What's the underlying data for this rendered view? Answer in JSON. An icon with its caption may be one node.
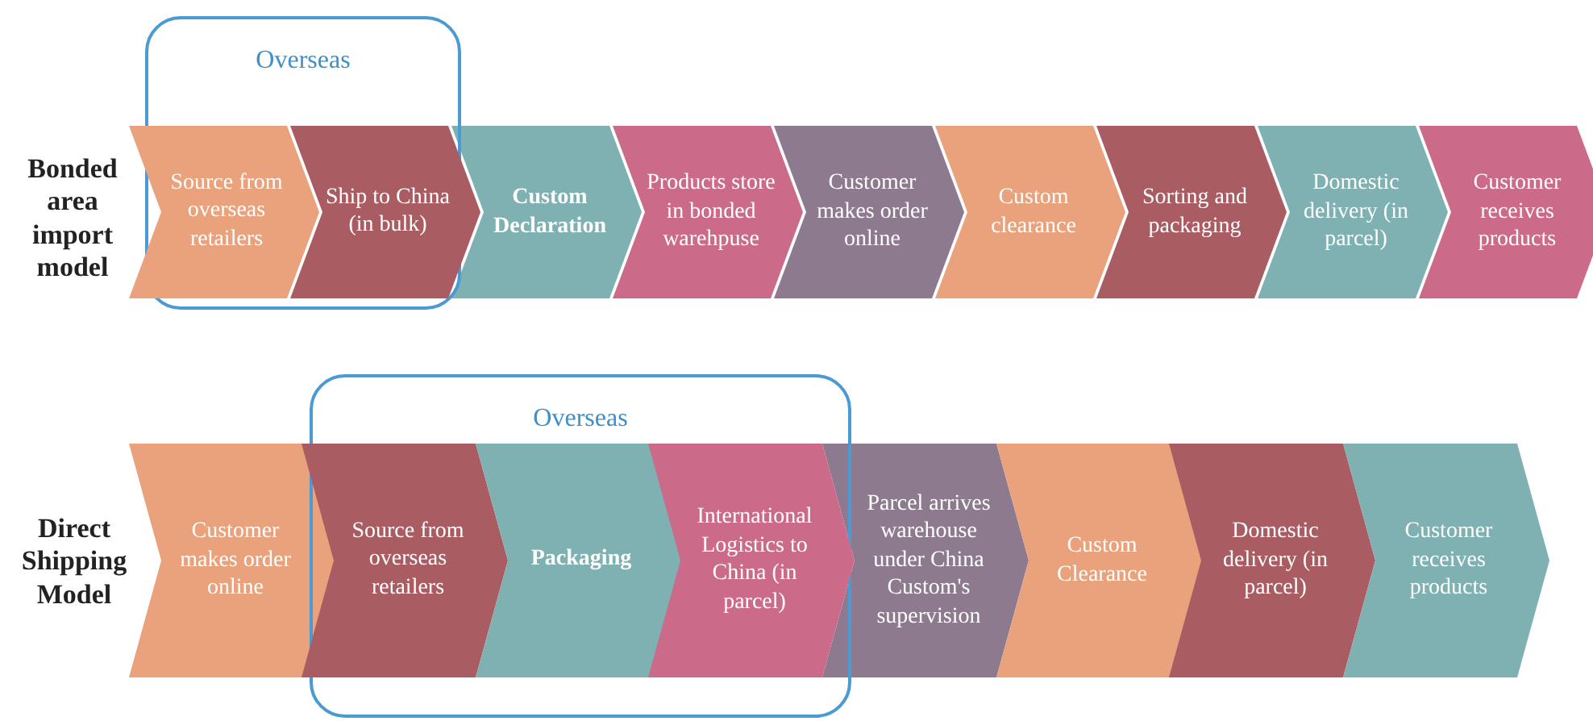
{
  "diagram": {
    "nodes": [
      {
        "text": [
          "Overseas"
        ]
      },
      {
        "text": [
          "Source from overseas retailers"
        ],
        "in": 0
      },
      {
        "text": [
          "Ship to China (in bulk)"
        ],
        "in": 0
      },
      {
        "text": [
          "Custom Declaration"
        ]
      },
      {
        "text": [
          "Products store in bonded warehpuse"
        ]
      },
      {
        "text": [
          "Customer makes order online"
        ]
      },
      {
        "text": [
          "Custom clearance"
        ]
      },
      {
        "text": [
          "Sorting and packaging"
        ]
      },
      {
        "text": [
          "Domestic delivery (in parcel)"
        ]
      },
      {
        "text": [
          "Customer receives products"
        ]
      },
      {
        "text": [
          "Overseas"
        ]
      },
      {
        "text": [
          "Customer makes order online"
        ]
      },
      {
        "text": [
          "Source from overseas retailers"
        ],
        "in": 10
      },
      {
        "text": [
          "Packaging"
        ],
        "in": 10
      },
      {
        "text": [
          "International Logistics to China (in parcel)"
        ],
        "in": 10
      },
      {
        "text": [
          "Parcel arrives warehouse under China Custom's supervision"
        ]
      },
      {
        "text": [
          "Custom Clearance"
        ]
      },
      {
        "text": [
          "Domestic delivery (in parcel)"
        ]
      },
      {
        "text": [
          "Customer receives products"
        ]
      }
    ],
    "edges": [],
    "labels": [
      "Bonded area import model",
      "Direct Shipping Model"
    ]
  }
}
